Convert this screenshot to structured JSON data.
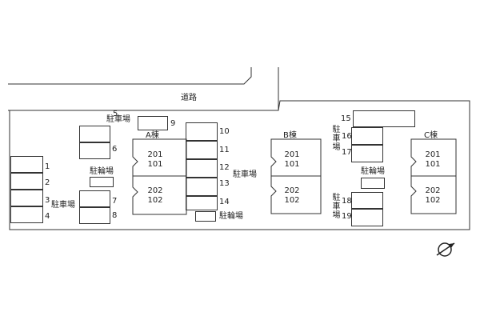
{
  "road": {
    "label": "道路"
  },
  "parking_label": "駐車場",
  "bicycle_label": "駐輪場",
  "buildings": [
    {
      "name": "A棟",
      "upper": [
        "201",
        "101"
      ],
      "lower": [
        "202",
        "102"
      ]
    },
    {
      "name": "B棟",
      "upper": [
        "201",
        "101"
      ],
      "lower": [
        "202",
        "102"
      ]
    },
    {
      "name": "C棟",
      "upper": [
        "201",
        "101"
      ],
      "lower": [
        "202",
        "102"
      ]
    }
  ],
  "spaces": {
    "group1": [
      "1",
      "2",
      "3",
      "4"
    ],
    "group2": [
      "5",
      "6"
    ],
    "group3": [
      "7",
      "8"
    ],
    "top_single": "9",
    "center": [
      "10",
      "11",
      "12",
      "13",
      "14"
    ],
    "right_top": "15",
    "right_upper": [
      "16",
      "17"
    ],
    "right_lower": [
      "18",
      "19"
    ]
  },
  "compass": {
    "icon": "north-arrow-icon"
  }
}
